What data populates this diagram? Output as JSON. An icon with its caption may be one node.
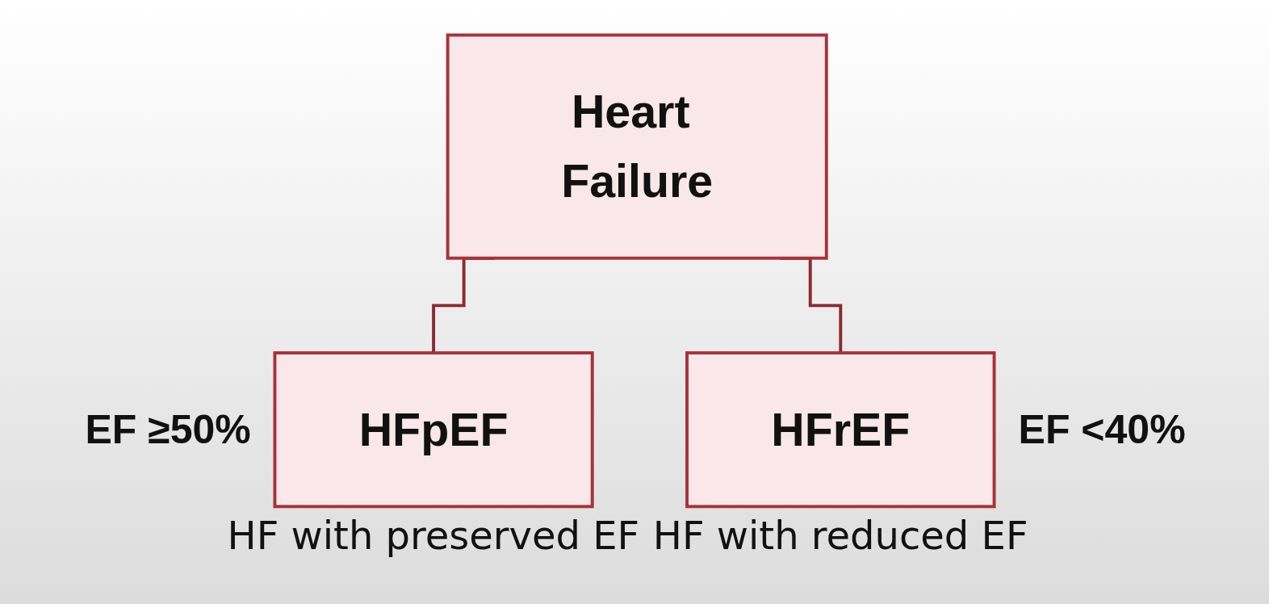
{
  "diagram": {
    "nodes": [
      {
        "text": [
          "Heart Failure"
        ]
      },
      {
        "text": [
          "HFpEF"
        ],
        "beside": [
          "EF ≥50%",
          "HF with preserved EF"
        ]
      },
      {
        "text": [
          "HFrEF"
        ],
        "beside": [
          "EF <40%",
          "HF with reduced EF"
        ]
      }
    ],
    "edges": [
      {
        "from": 0,
        "to": 1,
        "arrow": "none"
      },
      {
        "from": 0,
        "to": 2,
        "arrow": "none"
      }
    ]
  }
}
